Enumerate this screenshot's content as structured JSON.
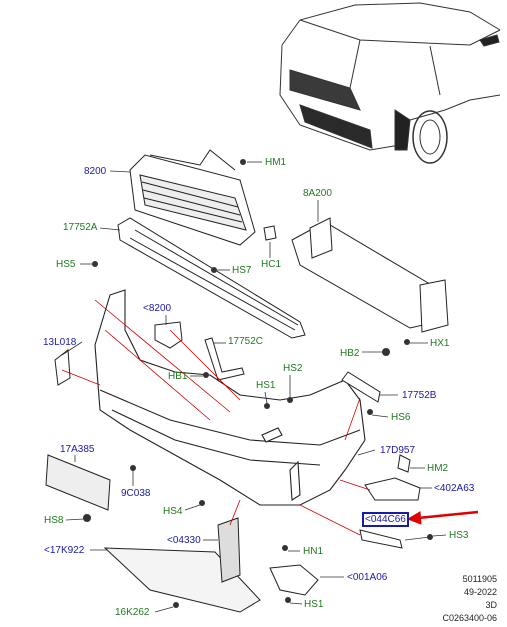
{
  "labels": {
    "hm1": "HM1",
    "p8200": "8200",
    "p8a200": "8A200",
    "p17752a": "17752A",
    "hs5": "HS5",
    "hs7": "HS7",
    "hc1": "HC1",
    "lt8200": "<8200",
    "p13l018": "13L018",
    "p17752c": "17752C",
    "hb2": "HB2",
    "hx1": "HX1",
    "hb1": "HB1",
    "hs1a": "HS1",
    "hs2": "HS2",
    "p17752b": "17752B",
    "hs6": "HS6",
    "p17a385": "17A385",
    "p17d957": "17D957",
    "hm2": "HM2",
    "p9c038": "9C038",
    "lt402a63": "<402A63",
    "hs4": "HS4",
    "hs8": "HS8",
    "lt044c66": "<044C66",
    "hs3": "HS3",
    "lt04330": "<04330",
    "lt17k922": "<17K922",
    "hn1": "HN1",
    "lt001a06": "<001A06",
    "p16k262": "16K262",
    "hs1b": "HS1"
  },
  "footer": {
    "line1": "5011905",
    "line2": "49-2022",
    "line3": "3D",
    "line4": "C0263400-06"
  },
  "colors": {
    "label_blue": "#1a1aa8",
    "label_green": "#1f7a1f",
    "leader_red": "#d40000",
    "arrow_red": "#e00000"
  }
}
